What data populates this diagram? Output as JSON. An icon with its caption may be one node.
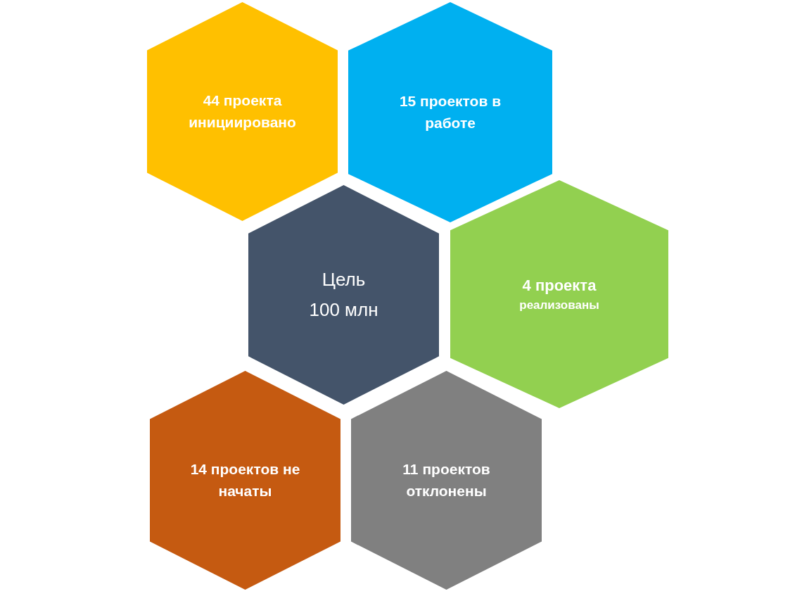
{
  "diagram": {
    "nodes": [
      {
        "text": [
          "44 проекта инициировано"
        ]
      },
      {
        "text": [
          "15 проектов в работе"
        ]
      },
      {
        "text": [
          "Цель",
          "100 млн"
        ]
      },
      {
        "text": [
          "4 проекта",
          "реализованы"
        ]
      },
      {
        "text": [
          "14 проектов не начаты"
        ]
      },
      {
        "text": [
          "11 проектов отклонены"
        ]
      }
    ]
  }
}
